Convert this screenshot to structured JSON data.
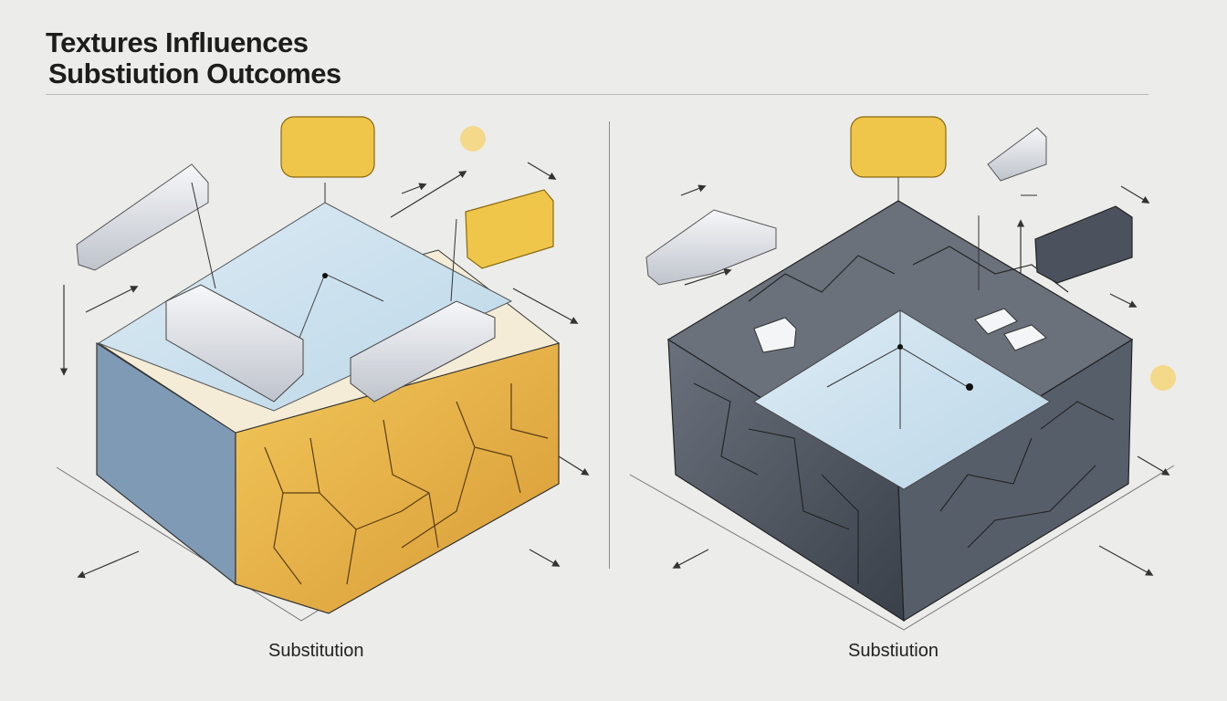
{
  "title": {
    "line1": "Textures Inflıuences",
    "line2": "Substiution Outcomes"
  },
  "panels": {
    "left": {
      "caption": "Substitution"
    },
    "right": {
      "caption": "Substiution"
    }
  },
  "colors": {
    "background": "#ececea",
    "water_blue": "#cfe3ef",
    "side_blue": "#7f9ab5",
    "sand_yellow": "#e9b64a",
    "token_yellow": "#f0c64a",
    "stone_gray": "#4f5661",
    "light_gray_block": "#d9dbe0"
  }
}
